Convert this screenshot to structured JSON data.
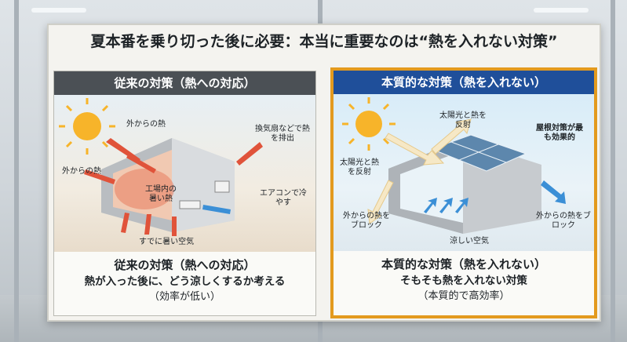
{
  "title": "夏本番を乗り切った後に必要：本当に重要なのは“熱を入れない対策”",
  "left_panel": {
    "header": "従来の対策（熱への対応）",
    "labels": {
      "outside_heat_top": "外からの熱",
      "outside_heat_left": "外からの熱",
      "exhaust_fan": "換気扇などで熱を排出",
      "indoor_heat": "工場内の暑い熱",
      "aircon": "エアコンで冷やす",
      "hot_air": "すでに暑い空気"
    },
    "caption_title": "従来の対策（熱への対応）",
    "caption_sub": "熱が入った後に、どう涼しくするか考える",
    "caption_note": "（効率が低い）"
  },
  "right_panel": {
    "header": "本質的な対策（熱を入れない）",
    "labels": {
      "reflect_top": "太陽光と熱を反射",
      "roof_effective": "屋根対策が最も効果的",
      "reflect_left": "太陽光と熱を反射",
      "block_left": "外からの熱をブロック",
      "block_right": "外からの熱をブロック",
      "cool_air": "涼しい空気"
    },
    "caption_title": "本質的な対策（熱を入れない）",
    "caption_sub": "そもそも熱を入れない対策",
    "caption_note": "（本質的で高効率）"
  },
  "colors": {
    "accent_orange": "#e39a1e",
    "header_blue": "#1f4f9a",
    "header_gray": "#4b5055",
    "heat_red": "#e0533a",
    "cool_blue": "#3b8fd6"
  }
}
